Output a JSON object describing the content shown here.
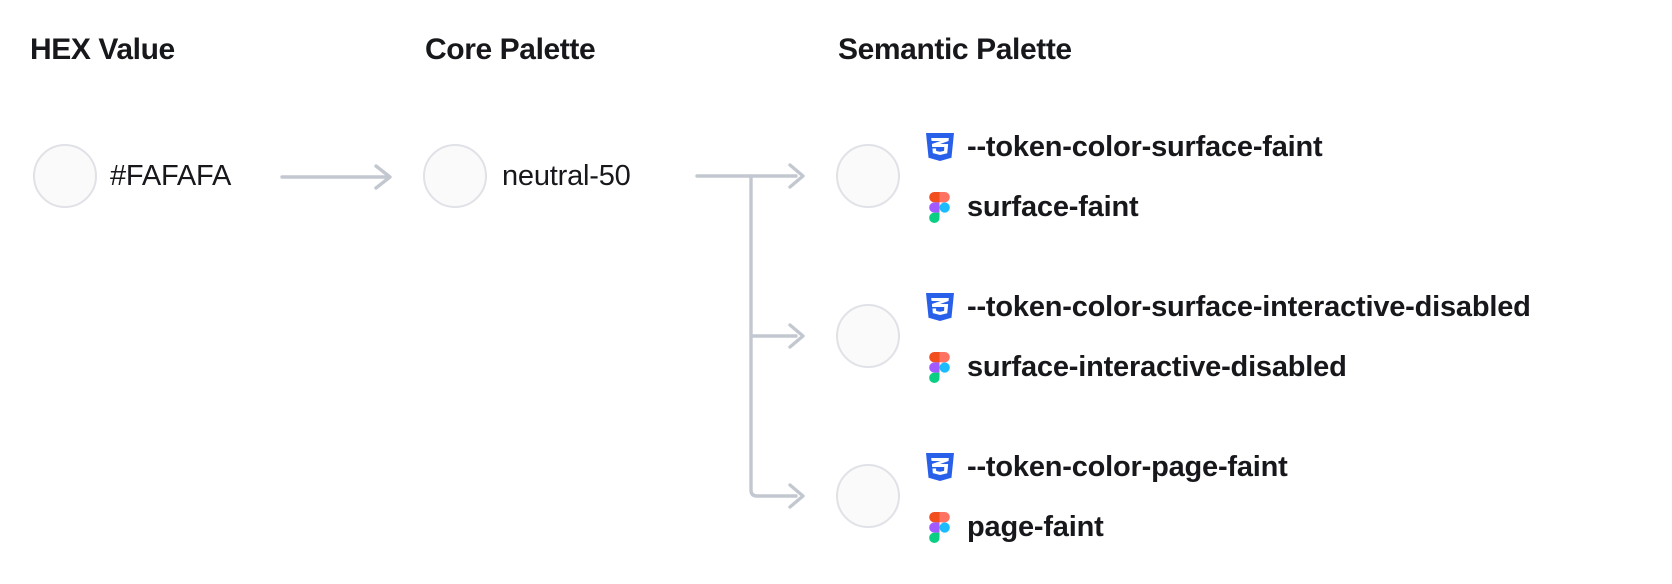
{
  "diagram": {
    "columns": [
      {
        "title": "HEX Value"
      },
      {
        "title": "Core Palette"
      },
      {
        "title": "Semantic Palette"
      }
    ],
    "hex": {
      "label": "#FAFAFA",
      "swatch_color": "#FAFAFA"
    },
    "core": {
      "label": "neutral-50",
      "swatch_color": "#FAFAFA"
    },
    "semantic_rows": [
      {
        "css_token": "--token-color-surface-faint",
        "figma_name": "surface-faint",
        "swatch_color": "#FAFAFA"
      },
      {
        "css_token": "--token-color-surface-interactive-disabled",
        "figma_name": "surface-interactive-disabled",
        "swatch_color": "#FAFAFA"
      },
      {
        "css_token": "--token-color-page-faint",
        "figma_name": "page-faint",
        "swatch_color": "#FAFAFA"
      }
    ]
  },
  "icons": {
    "css": "css3-shield-icon",
    "figma": "figma-logo-icon"
  },
  "colors": {
    "background": "#FFFFFF",
    "text": "#17181C",
    "connector": "#C3C8D0",
    "swatch_fill": "#FAFAFA",
    "swatch_border": "#E0E2E7",
    "css_blue": "#2960EA",
    "figma": {
      "orange": "#F24E1E",
      "salmon": "#FF7262",
      "purple": "#A259FF",
      "blue": "#1ABCFE",
      "green": "#0ACF83"
    }
  }
}
